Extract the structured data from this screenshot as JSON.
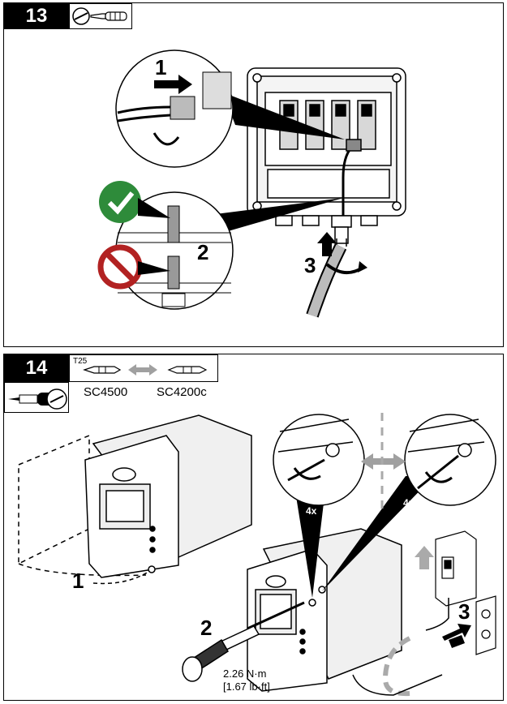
{
  "step13": {
    "number": "13",
    "callouts": [
      "1",
      "2",
      "3"
    ]
  },
  "step14": {
    "number": "14",
    "bit_type": "T25",
    "bit_left_label": "SC4500",
    "bit_right_label": "SC4200c",
    "callouts": [
      "1",
      "2",
      "3"
    ],
    "repeat_left": "4x",
    "repeat_right": "4x",
    "torque_metric": "2.26 N·m",
    "torque_imperial": "[1.67 lb·ft]"
  },
  "colors": {
    "ok_green": "#2e8b3a",
    "no_red": "#b22222",
    "gray_arrow": "#a0a0a0",
    "ink": "#000000"
  },
  "icons": [
    "screwdriver-icon",
    "check-icon",
    "prohibited-icon",
    "torque-driver-icon",
    "torx-bit-icon",
    "flat-bit-icon",
    "double-arrow-icon",
    "wall-outlet-icon",
    "switch-box-icon"
  ]
}
